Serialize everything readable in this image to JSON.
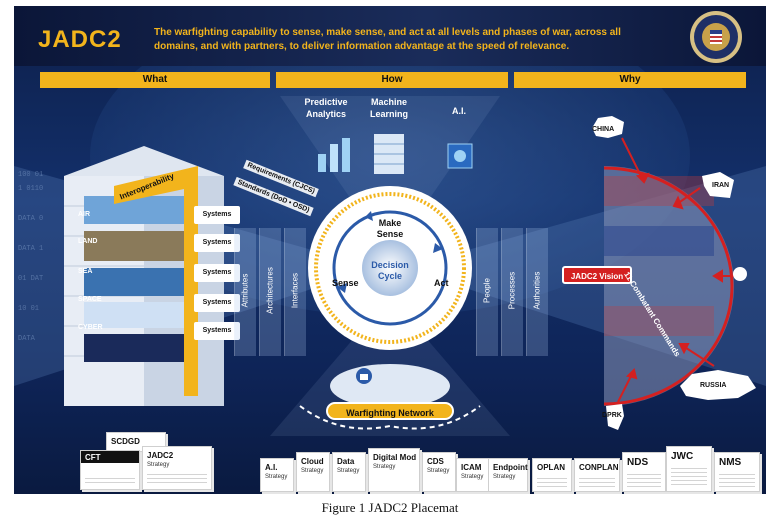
{
  "header": {
    "title": "JADC2",
    "mission": "The warfighting capability to sense, make sense, and act at all levels and phases of war, across all domains, and with partners, to deliver information advantage at the speed of relevance."
  },
  "sections": {
    "what": "What",
    "how": "How",
    "why": "Why"
  },
  "what": {
    "interoperability": "Interoperability",
    "layers": [
      "AIR",
      "LAND",
      "SEA",
      "SPACE",
      "CYBER"
    ],
    "systems_label": "Systems",
    "attributes": "Attributes"
  },
  "how": {
    "tech": [
      "Predictive Analytics",
      "Machine Learning",
      "A.I."
    ],
    "requirements": "Requirements (CJCS)",
    "standards": "Standards (DoD • OSD)",
    "architectures": "Architectures",
    "interfaces": "Interfaces",
    "make_sense": "Make Sense",
    "sense": "Sense",
    "act": "Act",
    "cycle": "Decision Cycle",
    "people": "People",
    "processes": "Processes",
    "authorities": "Authorities",
    "network": "Warfighting Network"
  },
  "why": {
    "countries": [
      "CHINA",
      "IRAN",
      "RUSSIA",
      "DPRK"
    ],
    "vision": "JADC2 Vision",
    "commands": "11 Combatant Commands"
  },
  "documents": {
    "left": [
      {
        "title": "SCDGD",
        "sub": ""
      },
      {
        "title": "CFT",
        "sub": ""
      },
      {
        "title": "JADC2",
        "sub": "Strategy"
      }
    ],
    "middle": [
      {
        "title": "A.I.",
        "sub": "Strategy"
      },
      {
        "title": "Cloud",
        "sub": "Strategy"
      },
      {
        "title": "Data",
        "sub": "Strategy"
      },
      {
        "title": "Digital Mod",
        "sub": "Strategy"
      },
      {
        "title": "CDS",
        "sub": "Strategy"
      },
      {
        "title": "ICAM",
        "sub": "Strategy"
      },
      {
        "title": "Endpoint",
        "sub": "Strategy"
      }
    ],
    "right": [
      {
        "title": "OPLAN",
        "sub": ""
      },
      {
        "title": "CONPLAN",
        "sub": ""
      },
      {
        "title": "NDS",
        "sub": ""
      },
      {
        "title": "JWC",
        "sub": ""
      },
      {
        "title": "NMS",
        "sub": ""
      }
    ]
  },
  "caption": "Figure 1 JADC2 Placemat",
  "colors": {
    "gold": "#f2b41c",
    "navy": "#0d1f4a",
    "red": "#d42020"
  }
}
